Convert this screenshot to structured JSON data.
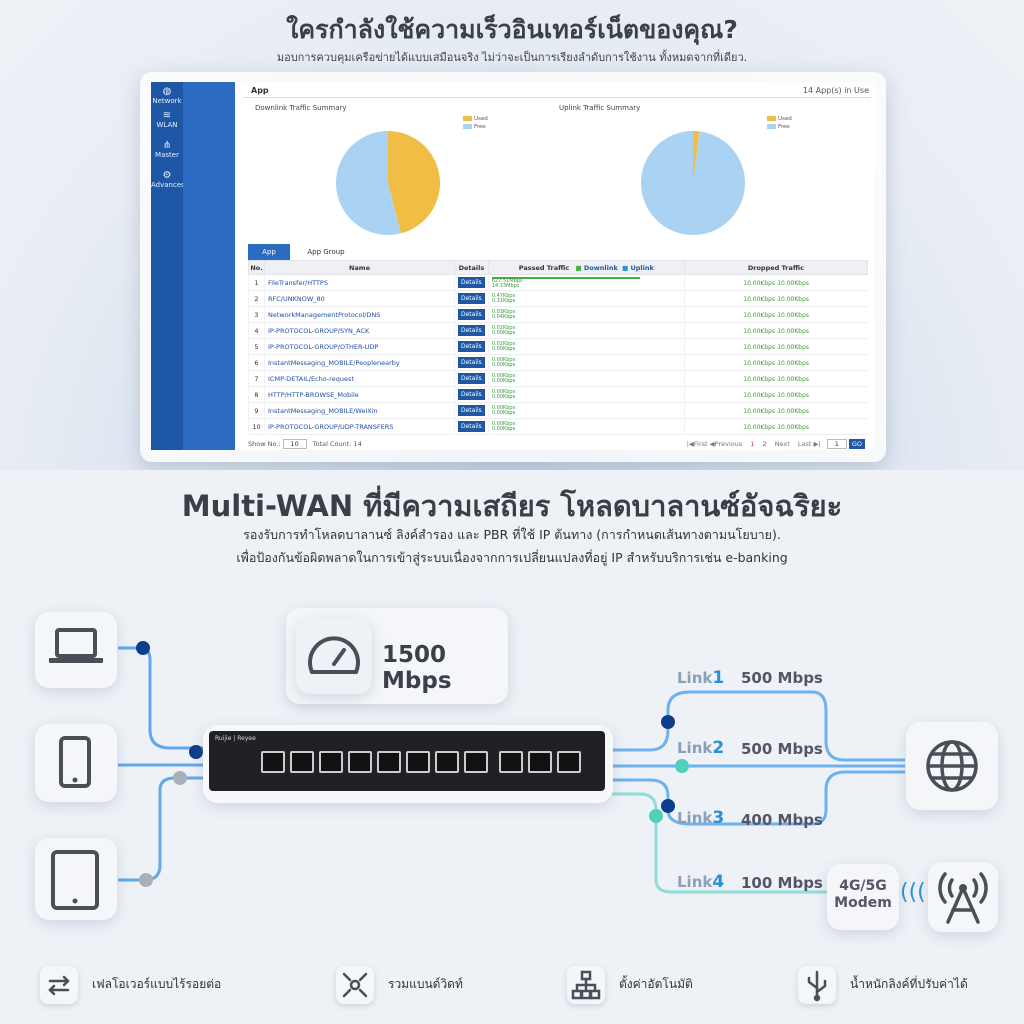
{
  "header": {
    "title": "ใครกำลังใช้ความเร็วอินเทอร์เน็ตของคุณ?",
    "subtitle": "มอบการควบคุมเครือข่ายได้แบบเสมือนจริง ไม่ว่าจะเป็นการเรียงลำดับการใช้งาน ทั้งหมดจากที่เดียว."
  },
  "sidebar": {
    "items": [
      {
        "label": "Network",
        "icon": "globe-icon"
      },
      {
        "label": "WLAN",
        "icon": "wifi-icon"
      },
      {
        "label": "Master",
        "icon": "tree-icon"
      },
      {
        "label": "Advanced",
        "icon": "gear-icon"
      }
    ]
  },
  "app_panel": {
    "title": "App",
    "count": "14 App(s) in Use",
    "downlink_title": "Downlink Traffic Summary",
    "uplink_title": "Uplink Traffic Summary",
    "legend_used": "Used",
    "legend_free": "Free",
    "colors": {
      "used": "#f0bd45",
      "free": "#a9d2f3"
    },
    "tabs": [
      "App",
      "App Group"
    ]
  },
  "table": {
    "headers": [
      "No.",
      "Name",
      "Details",
      "Passed Traffic",
      "Dropped Traffic"
    ],
    "legend_downlink": "Downlink",
    "legend_uplink": "Uplink",
    "details_label": "Details",
    "rows": [
      {
        "no": "1",
        "name": "FileTransfer/HTTPS",
        "down": "627.51Mbps",
        "up": "14.33Mbps",
        "drop_down": "10.00Kbps",
        "drop_up": "10.00Kbps"
      },
      {
        "no": "2",
        "name": "RFC/UNKNOW_80",
        "down": "0.47Kbps",
        "up": "0.31Kbps",
        "drop_down": "10.00Kbps",
        "drop_up": "10.00Kbps"
      },
      {
        "no": "3",
        "name": "NetworkManagementProtocol/DNS",
        "down": "0.03Kbps",
        "up": "0.04Kbps",
        "drop_down": "10.00Kbps",
        "drop_up": "10.00Kbps"
      },
      {
        "no": "4",
        "name": "IP-PROTOCOL-GROUP/SYN_ACK",
        "down": "0.02Kbps",
        "up": "0.00Kbps",
        "drop_down": "10.00Kbps",
        "drop_up": "10.00Kbps"
      },
      {
        "no": "5",
        "name": "IP-PROTOCOL-GROUP/OTHER-UDP",
        "down": "0.02Kbps",
        "up": "0.00Kbps",
        "drop_down": "10.00Kbps",
        "drop_up": "10.00Kbps"
      },
      {
        "no": "6",
        "name": "InstantMessaging_MOBILE/Peoplenearby",
        "down": "0.00Kbps",
        "up": "0.00Kbps",
        "drop_down": "10.00Kbps",
        "drop_up": "10.00Kbps"
      },
      {
        "no": "7",
        "name": "ICMP-DETAIL/Echo-request",
        "down": "0.00Kbps",
        "up": "0.00Kbps",
        "drop_down": "10.00Kbps",
        "drop_up": "10.00Kbps"
      },
      {
        "no": "8",
        "name": "HTTP/HTTP-BROWSE_Mobile",
        "down": "0.00Kbps",
        "up": "0.00Kbps",
        "drop_down": "10.00Kbps",
        "drop_up": "10.00Kbps"
      },
      {
        "no": "9",
        "name": "InstantMessaging_MOBILE/WeiXin",
        "down": "0.00Kbps",
        "up": "0.00Kbps",
        "drop_down": "10.00Kbps",
        "drop_up": "10.00Kbps"
      },
      {
        "no": "10",
        "name": "IP-PROTOCOL-GROUP/UDP-TRANSFERS",
        "down": "0.00Kbps",
        "up": "0.00Kbps",
        "drop_down": "10.00Kbps",
        "drop_up": "10.00Kbps"
      }
    ],
    "footer": {
      "show_label": "Show No.:",
      "show_value": "10",
      "total": "Total Count: 14",
      "first": "|◀First",
      "previous": "◀Previous",
      "page1": "1",
      "page2": "2",
      "next": "Next",
      "last": "Last ▶|",
      "page_input": "1",
      "go": "GO"
    }
  },
  "section2": {
    "title": "Multi-WAN ที่มีความเสถียร โหลดบาลานซ์อัจฉริยะ",
    "line1": "รองรับการทำโหลดบาลานซ์ ลิงค์สำรอง และ PBR ที่ใช้ IP ต้นทาง (การกำหนดเส้นทางตามนโยบาย).",
    "line2": "เพื่อป้องกันข้อผิดพลาดในการเข้าสู่ระบบเนื่องจากการเปลี่ยนแปลงที่อยู่ IP สำหรับบริการเช่น e-banking",
    "speed": "1500 Mbps",
    "device_brand": "Ruijie | Reyee",
    "links": [
      {
        "word": "Link",
        "num": "1",
        "speed": "500 Mbps"
      },
      {
        "word": "Link",
        "num": "2",
        "speed": "500 Mbps"
      },
      {
        "word": "Link",
        "num": "3",
        "speed": "400 Mbps"
      },
      {
        "word": "Link",
        "num": "4",
        "speed": "100 Mbps"
      }
    ],
    "modem_line1": "4G/5G",
    "modem_line2": "Modem"
  },
  "features": [
    {
      "label": "เฟลโอเวอร์แบบไร้รอยต่อ",
      "icon": "failover-icon"
    },
    {
      "label": "รวมแบนด์วิดท์",
      "icon": "bandwidth-icon"
    },
    {
      "label": "ตั้งค่าอัตโนมัติ",
      "icon": "auto-config-icon"
    },
    {
      "label": "น้ำหนักลิงค์ที่ปรับค่าได้",
      "icon": "usb-weight-icon"
    }
  ],
  "chart_data": [
    {
      "type": "pie",
      "title": "Downlink Traffic Summary",
      "categories": [
        "Used",
        "Free"
      ],
      "values": [
        46,
        54
      ]
    },
    {
      "type": "pie",
      "title": "Uplink Traffic Summary",
      "categories": [
        "Used",
        "Free"
      ],
      "values": [
        2,
        98
      ]
    }
  ]
}
